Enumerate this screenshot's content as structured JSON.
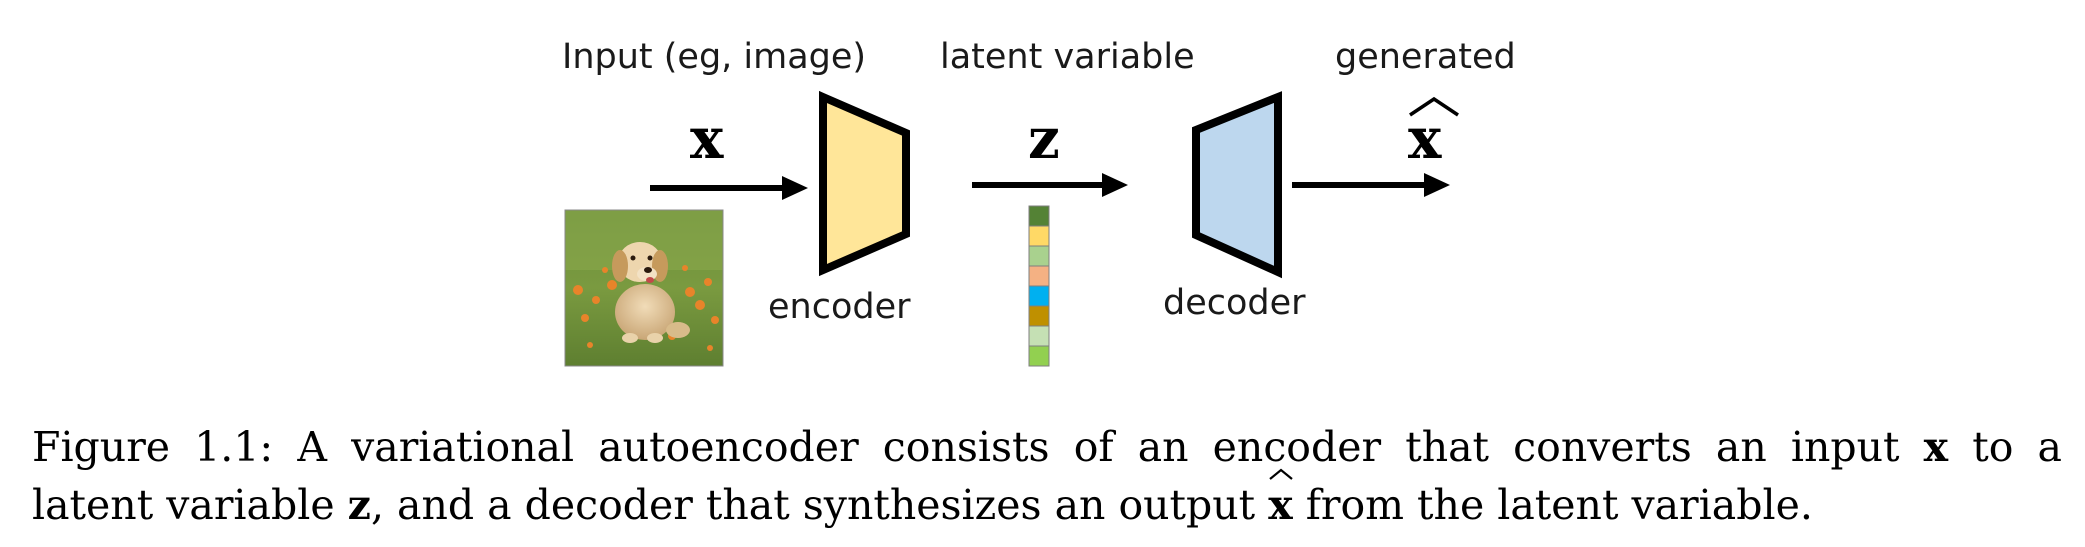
{
  "diagram": {
    "input_label": "Input (eg, image)",
    "latent_label": "latent variable",
    "generated_label": "generated",
    "encoder_label": "encoder",
    "decoder_label": "decoder",
    "x_symbol": "x",
    "z_symbol": "z",
    "xhat_symbol": "x",
    "colors": {
      "encoder_fill": "#FFE699",
      "decoder_fill": "#BDD7EE",
      "outline": "#000000"
    },
    "latent_cells": [
      "#548235",
      "#FFD966",
      "#A9D18E",
      "#F4B183",
      "#00B0F0",
      "#BF9000",
      "#C5E0B4",
      "#92D050"
    ]
  },
  "caption": {
    "line1_a": "Figure 1.1: A variational autoencoder consists of an encoder that converts an input ",
    "line1_x": "x",
    "line1_b": " to a",
    "line2_a": "latent variable ",
    "line2_z": "z",
    "line2_b": ", and a decoder that synthesizes an output ",
    "line2_xhat": "x",
    "line2_c": " from the latent variable."
  }
}
